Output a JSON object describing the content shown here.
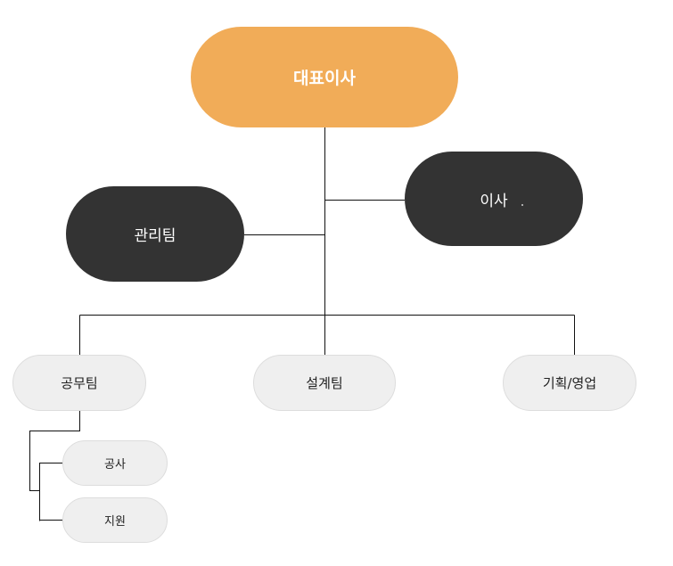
{
  "org_chart": {
    "ceo": "대표이사",
    "director": "이사",
    "admin_team": "관리팀",
    "teams": [
      "공무팀",
      "설계팀",
      "기획/영업"
    ],
    "construction_subunits": [
      "공사",
      "지원"
    ]
  }
}
